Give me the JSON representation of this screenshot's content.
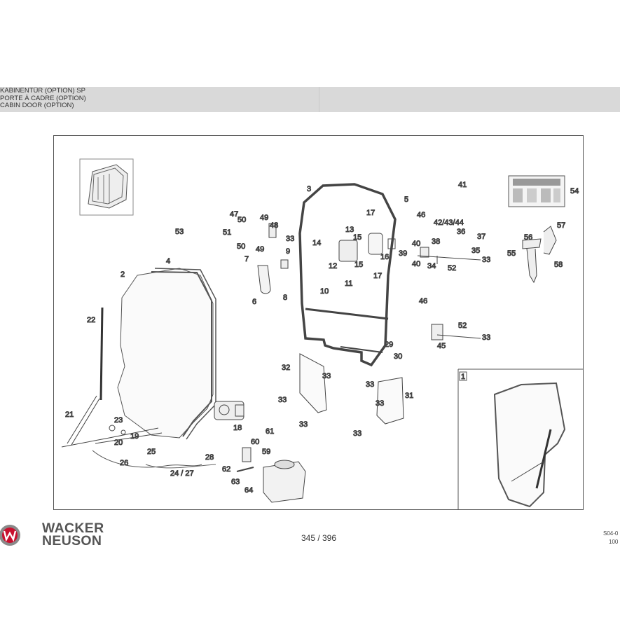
{
  "header": {
    "lines": [
      "KABINENTÜR (OPTION) SP",
      "PORTE À CADRE (OPTION)",
      "CABIN DOOR (OPTION)"
    ]
  },
  "callouts": {
    "c1": "1",
    "c2": "2",
    "c3": "3",
    "c4": "4",
    "c5": "5",
    "c6": "6",
    "c7": "7",
    "c8": "8",
    "c9": "9",
    "c10": "10",
    "c11": "11",
    "c12": "12",
    "c13": "13",
    "c14": "14",
    "c15a": "15",
    "c15b": "15",
    "c16": "16",
    "c17a": "17",
    "c17b": "17",
    "c18": "18",
    "c19": "19",
    "c20": "20",
    "c21": "21",
    "c22": "22",
    "c23": "23",
    "c24_27": "24 / 27",
    "c25": "25",
    "c26": "26",
    "c28": "28",
    "c29": "29",
    "c30": "30",
    "c31": "31",
    "c32": "32",
    "c33a": "33",
    "c33b": "33",
    "c33c": "33",
    "c33d": "33",
    "c33e": "33",
    "c33f": "33",
    "c33g": "33",
    "c33h": "33",
    "c33i": "33",
    "c34": "34",
    "c35": "35",
    "c36": "36",
    "c37": "37",
    "c38": "38",
    "c39": "39",
    "c40a": "40",
    "c40b": "40",
    "c41": "41",
    "c42_44": "42/43/44",
    "c45": "45",
    "c46a": "46",
    "c46b": "46",
    "c47": "47",
    "c48": "48",
    "c49a": "49",
    "c49b": "49",
    "c50a": "50",
    "c50b": "50",
    "c51": "51",
    "c52a": "52",
    "c52b": "52",
    "c53": "53",
    "c54": "54",
    "c55": "55",
    "c56": "56",
    "c57": "57",
    "c58": "58",
    "c59": "59",
    "c60": "60",
    "c61": "61",
    "c62": "62",
    "c63": "63",
    "c64": "64"
  },
  "footer": {
    "page": "345 / 396",
    "brand_line1": "WACKER",
    "brand_line2": "NEUSON",
    "code_line1": "S04-0",
    "code_line2": "100"
  },
  "colors": {
    "header_band": "#d9d9d9",
    "logo_red": "#c8102e",
    "brand_gray": "#555555"
  }
}
